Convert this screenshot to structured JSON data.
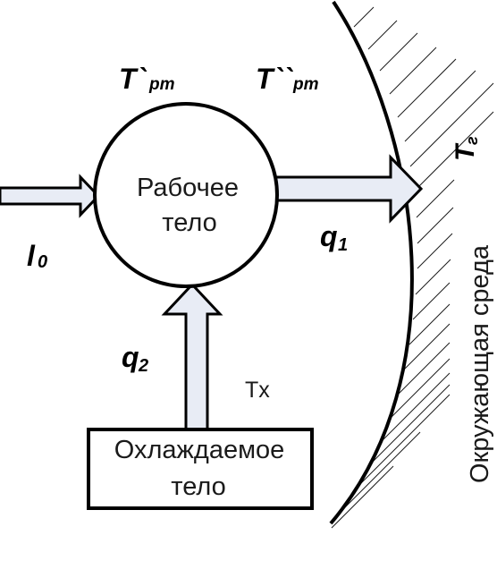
{
  "diagram": {
    "working_body": {
      "line1": "Рабочее",
      "line2": "тело"
    },
    "cooled_body": {
      "line1": "Охлаждаемое",
      "line2": "тело"
    },
    "environment": {
      "label": "Окружающая среда"
    },
    "labels": {
      "t_rt1_main": "T`",
      "t_rt1_sub": "рт",
      "t_rt2_main": "T``",
      "t_rt2_sub": "рт",
      "t_g_main": "T",
      "t_g_sub": "г",
      "l0_main": "l",
      "l0_sub": "0",
      "q1_main": "q",
      "q1_sub": "1",
      "q2_main": "q",
      "q2_sub": "2",
      "tx": "Tх"
    },
    "colors": {
      "arrow_fill": "#e8ecf5",
      "stroke": "#000000"
    }
  }
}
